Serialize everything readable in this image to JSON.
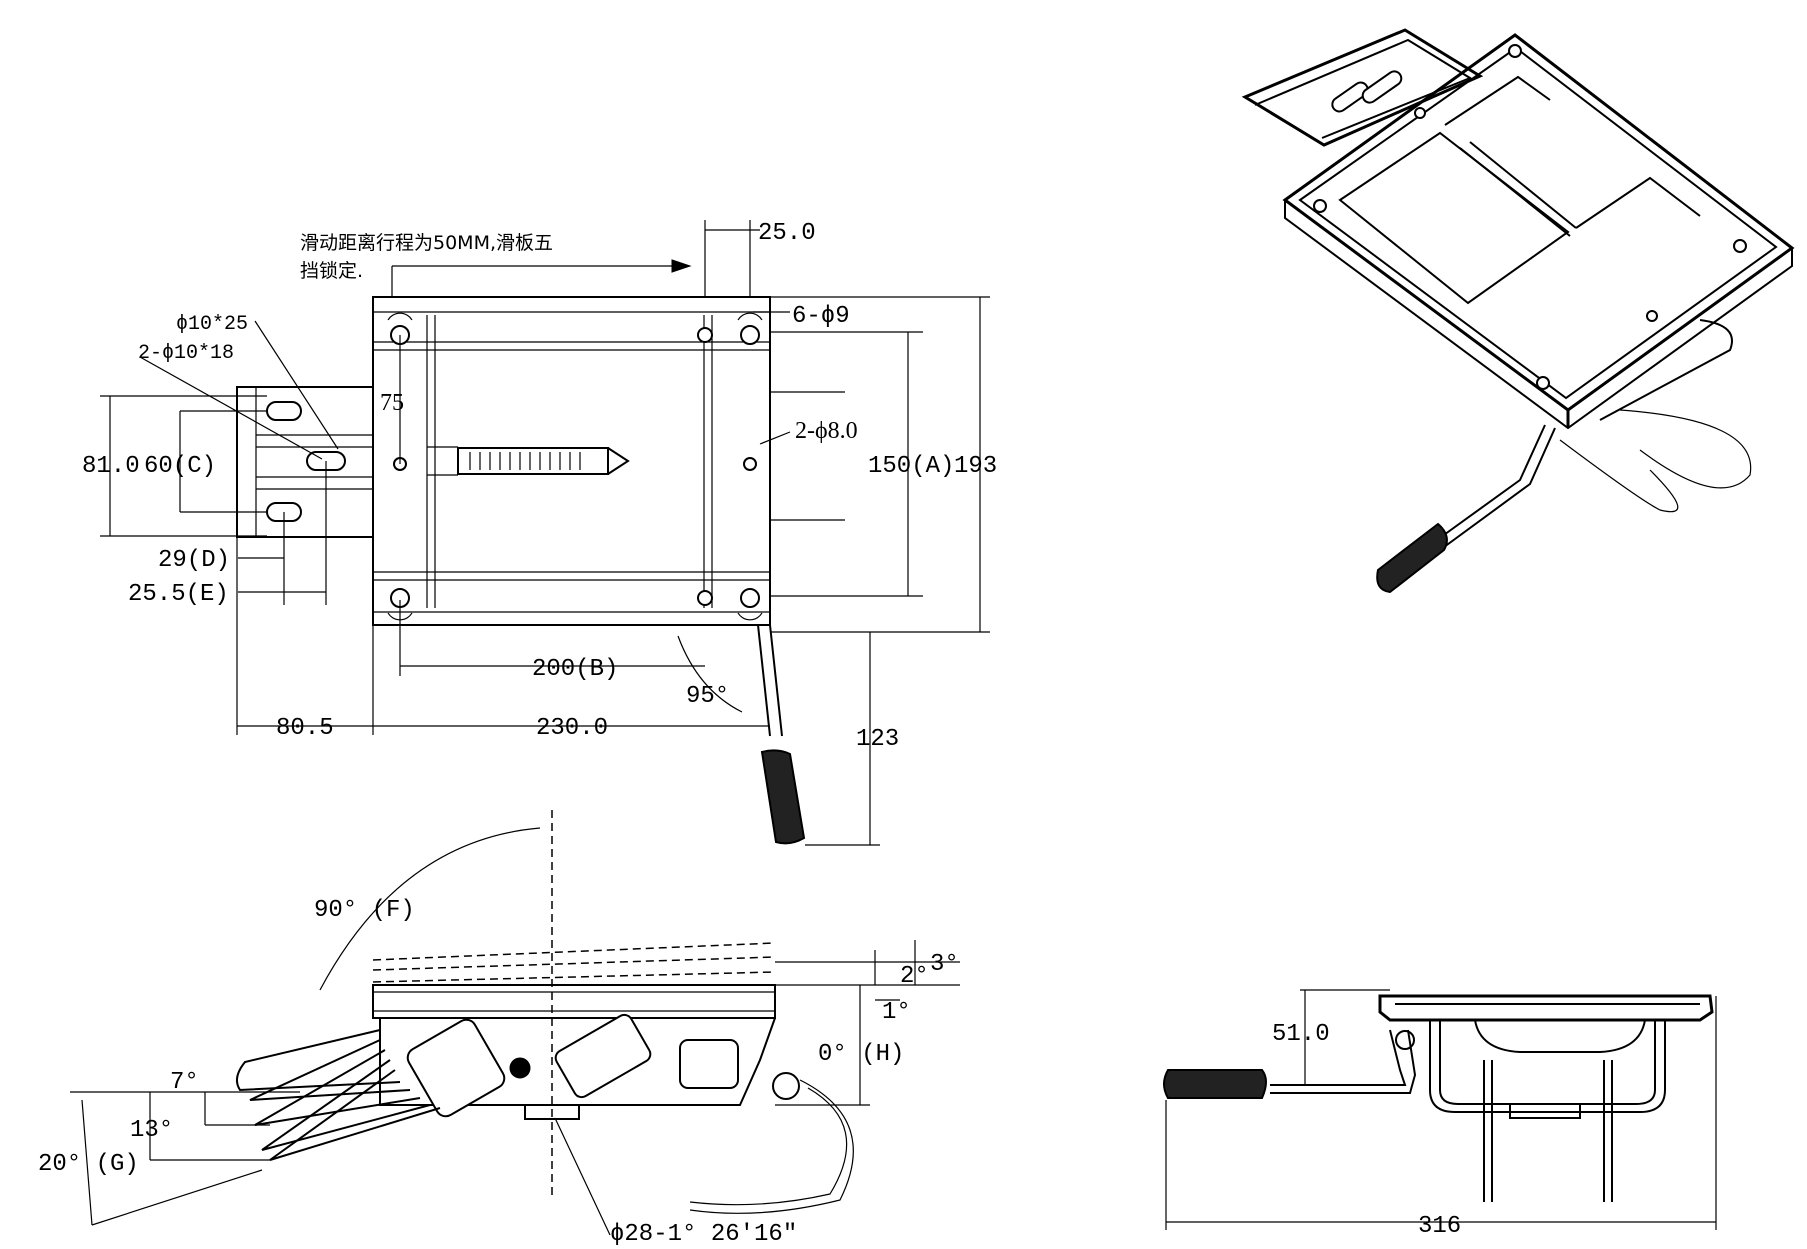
{
  "top_view": {
    "note_line1": "滑动距离行程为50MM,滑板五",
    "note_line2": "挡锁定.",
    "dim_25": "25.0",
    "holes_6": "6-ϕ9",
    "slot_big": "ϕ10*25",
    "slot_small": "2-ϕ10*18",
    "dim_75": "75",
    "holes_2": "2-ϕ8.0",
    "dim_81": "81.0",
    "dim_60c": "60(C)",
    "dim_150a": "150(A)",
    "dim_193": "193",
    "dim_29d": "29(D)",
    "dim_255e": "25.5(E)",
    "dim_200b": "200(B)",
    "angle_95": "95°",
    "dim_123": "123",
    "dim_805": "80.5",
    "dim_230": "230.0"
  },
  "side_view": {
    "angle_f": "90° (F)",
    "angle_3": "3°",
    "angle_2": "2°",
    "angle_1": "1°",
    "angle_h": "0° (H)",
    "angle_7": "7°",
    "angle_13": "13°",
    "angle_g": "20° (G)",
    "pin": "ϕ28-1° 26'16\""
  },
  "front_view": {
    "dim_51": "51.0",
    "dim_316": "316"
  }
}
